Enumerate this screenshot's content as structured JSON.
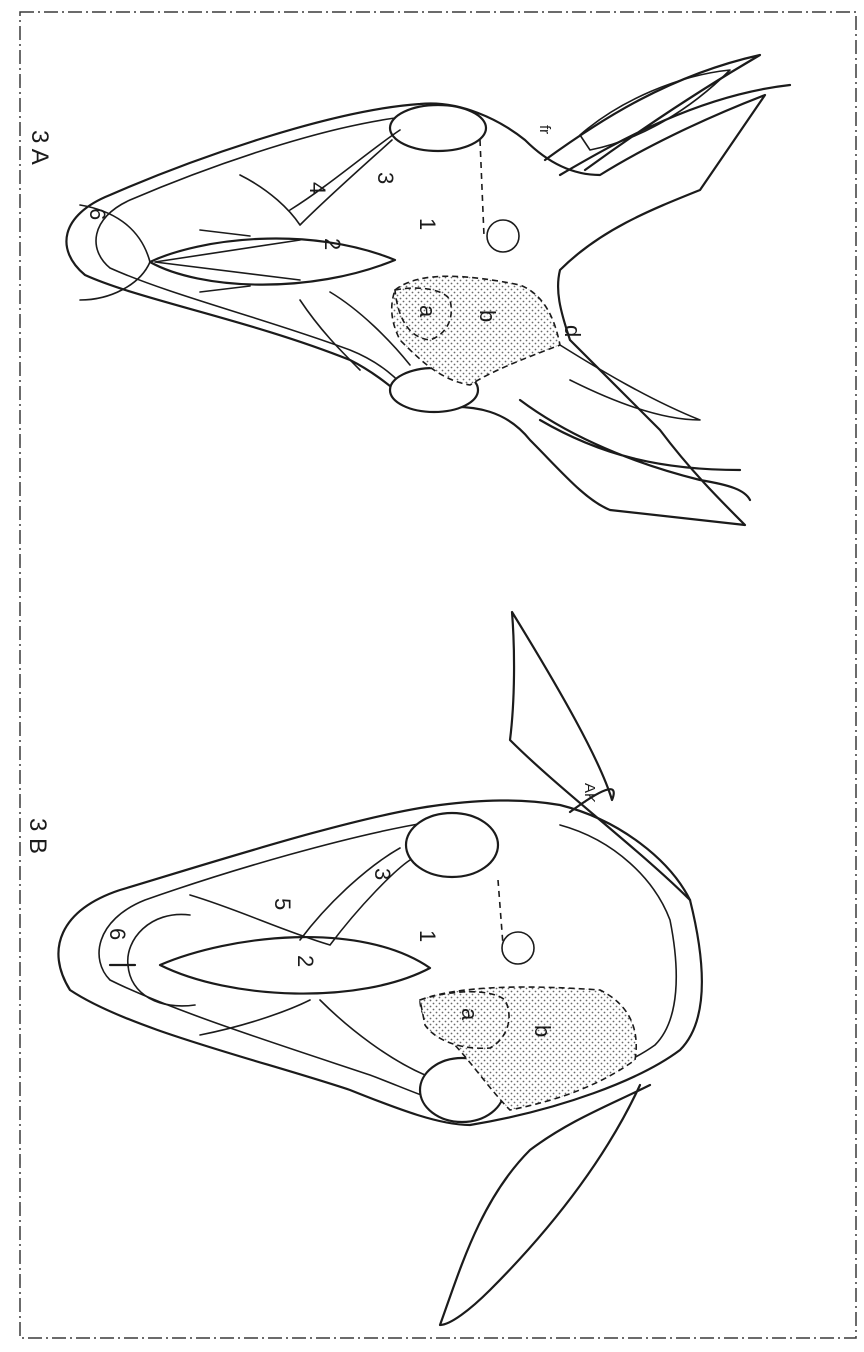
{
  "figure_a": {
    "label": "3 A",
    "region_labels": {
      "r1": "1",
      "r2": "2",
      "r3": "3",
      "r4": "4",
      "r6": "6",
      "ra": "a",
      "rb": "b",
      "rd": "d",
      "rfr": "fr"
    }
  },
  "figure_b": {
    "label": "3 B",
    "region_labels": {
      "r1": "1",
      "r2": "2",
      "r3": "3",
      "r5": "5",
      "r6": "6",
      "ra": "a",
      "rb": "b",
      "rak": "AK"
    }
  },
  "colors": {
    "ink": "#1b1b1b",
    "paper": "#ffffff"
  }
}
